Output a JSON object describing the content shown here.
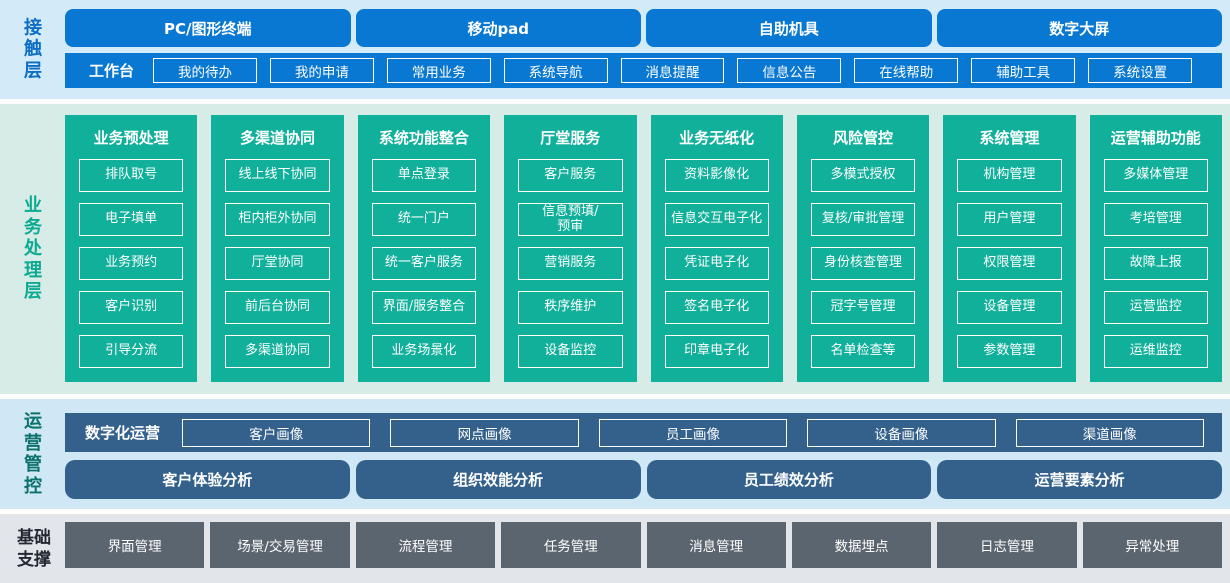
{
  "colors": {
    "blue": "#0878d2",
    "blue_label": "#0d6ec6",
    "teal": "#10b09a",
    "teal_label": "#0caa93",
    "dark_teal_label": "#0a716c",
    "navy": "#33618c",
    "gray": "#5a656f",
    "bg_light_blue": "#d3eaf8",
    "bg_light_green": "#d8ece7",
    "bg_light_gray": "#e2e5e9"
  },
  "layers": {
    "contact": {
      "label": "接触层",
      "terminals": [
        "PC/图形终端",
        "移动pad",
        "自助机具",
        "数字大屏"
      ],
      "workbench": {
        "label": "工作台",
        "items": [
          "我的待办",
          "我的申请",
          "常用业务",
          "系统导航",
          "消息提醒",
          "信息公告",
          "在线帮助",
          "辅助工具",
          "系统设置"
        ]
      }
    },
    "business": {
      "label": "业务处理层",
      "columns": [
        {
          "title": "业务预处理",
          "items": [
            "排队取号",
            "电子填单",
            "业务预约",
            "客户识别",
            "引导分流"
          ]
        },
        {
          "title": "多渠道协同",
          "items": [
            "线上线下协同",
            "柜内柜外协同",
            "厅堂协同",
            "前后台协同",
            "多渠道协同"
          ]
        },
        {
          "title": "系统功能整合",
          "items": [
            "单点登录",
            "统一门户",
            "统一客户服务",
            "界面/服务整合",
            "业务场景化"
          ]
        },
        {
          "title": "厅堂服务",
          "items": [
            "客户服务",
            "信息预填/\n预审",
            "营销服务",
            "秩序维护",
            "设备监控"
          ]
        },
        {
          "title": "业务无纸化",
          "items": [
            "资料影像化",
            "信息交互电子化",
            "凭证电子化",
            "签名电子化",
            "印章电子化"
          ]
        },
        {
          "title": "风险管控",
          "items": [
            "多模式授权",
            "复核/审批管理",
            "身份核查管理",
            "冠字号管理",
            "名单检查等"
          ]
        },
        {
          "title": "系统管理",
          "items": [
            "机构管理",
            "用户管理",
            "权限管理",
            "设备管理",
            "参数管理"
          ]
        },
        {
          "title": "运营辅助功能",
          "items": [
            "多媒体管理",
            "考培管理",
            "故障上报",
            "运营监控",
            "运维监控"
          ]
        }
      ]
    },
    "operations": {
      "label": "运营管控",
      "digital": {
        "label": "数字化运营",
        "items": [
          "客户画像",
          "网点画像",
          "员工画像",
          "设备画像",
          "渠道画像"
        ]
      },
      "analysis": [
        "客户体验分析",
        "组织效能分析",
        "员工绩效分析",
        "运营要素分析"
      ]
    },
    "foundation": {
      "label": "基础支撑",
      "items": [
        "界面管理",
        "场景/交易管理",
        "流程管理",
        "任务管理",
        "消息管理",
        "数据埋点",
        "日志管理",
        "异常处理"
      ]
    }
  }
}
